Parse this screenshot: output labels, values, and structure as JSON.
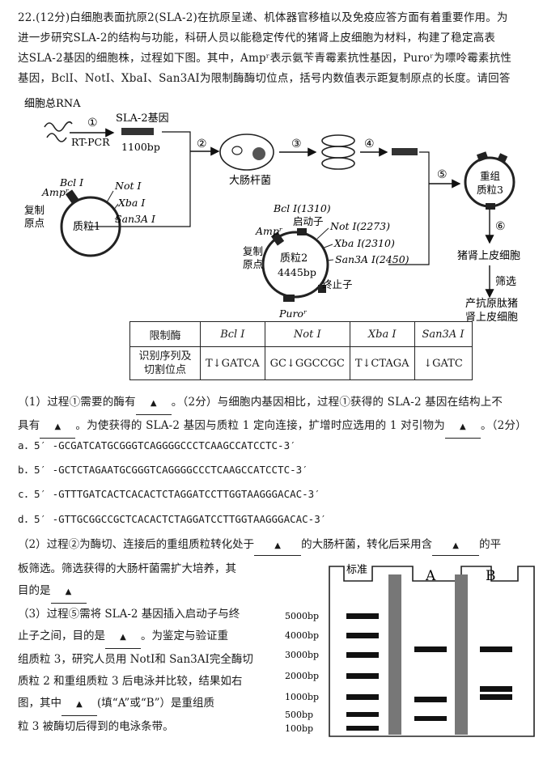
{
  "intro": {
    "line1": "22.(12分)白细胞表面抗原2(SLA-2)在抗原呈递、机体器官移植以及免疫应答方面有着重要作用。为",
    "line2": "进一步研究SLA-2的结构与功能，科研人员以能稳定传代的猪肾上皮细胞为材料，构建了稳定高表",
    "line3": "达SLA-2基因的细胞株，过程如下图。其中，Ampʳ表示氨苄青霉素抗性基因，Puroʳ为嘌呤霉素抗性",
    "line4": "基因，BclⅠ、NotⅠ、XbaⅠ、San3AⅠ为限制酶酶切位点，括号内数值表示距复制原点的长度。请回答"
  },
  "diagram": {
    "total_rna": "细胞总RNA",
    "step1": "①",
    "rt_pcr": "RT-PCR",
    "gene_label": "SLA-2基因",
    "gene_len": "1100bp",
    "step2": "②",
    "ecoli": "大肠杆菌",
    "step3": "③",
    "step4": "④",
    "step5": "⑤",
    "recomb_plasmid": "重组质粒3",
    "recomb_line1": "重组",
    "recomb_line2": "质粒3",
    "step6": "⑥",
    "pig_cells": "猪肾上皮细胞",
    "screen": "筛选",
    "final_line1": "产抗原肽猪",
    "final_line2": "肾上皮细胞",
    "p1": {
      "bcl": "Bcl Ⅰ",
      "amp": "Ampʳ",
      "ori1": "复制",
      "ori2": "原点",
      "name": "质粒1",
      "not": "Not Ⅰ",
      "xba": "Xba Ⅰ",
      "san": "San3A Ⅰ"
    },
    "p2": {
      "bcl": "Bcl Ⅰ(1310)",
      "promoter": "启动子",
      "not": "Not Ⅰ(2273)",
      "xba": "Xba Ⅰ(2310)",
      "san": "San3A Ⅰ(2450)",
      "amp": "Ampʳ",
      "ori1": "复制",
      "ori2": "原点",
      "name": "质粒2",
      "size": "4445bp",
      "terminator": "终止子",
      "puro": "Puroʳ"
    }
  },
  "enzyme_table": {
    "header": [
      "限制酶",
      "Bcl Ⅰ",
      "Not Ⅰ",
      "Xba Ⅰ",
      "San3A Ⅰ"
    ],
    "row_label_1": "识别序列及",
    "row_label_2": "切割位点",
    "sites": [
      "T↓GATCA",
      "GC↓GGCCGC",
      "T↓CTAGA",
      "↓GATC"
    ]
  },
  "q1": {
    "a": "（1）过程①需要的酶有",
    "b": "。（2分）与细胞内基因相比，过程①获得的 SLA-2 基因在结构上不",
    "c": "具有",
    "d": "。为使获得的 SLA-2 基因与质粒 1 定向连接，扩增时应选用的 1 对引物为",
    "e": "。（2分）",
    "blank": "▲"
  },
  "options": [
    "a．5′ -GCGATCATGCGGGTCAGGGGCCCTCAAGCCATCCTC-3′",
    "b．5′ -GCTCTAGAATGCGGGTCAGGGGCCCTCAAGCCATCCTC-3′",
    "c．5′ -GTTTGATCACTCACACTCTAGGATCCTTGGTAAGGGACAC-3′",
    "d．5′ -GTTGCGGCCGCTCACACTCTAGGATCCTTGGTAAGGGACAC-3′"
  ],
  "q2": {
    "a": "（2）过程②为酶切、连接后的重组质粒转化处于",
    "b": "的大肠杆菌，转化后采用含",
    "c": "的平",
    "d": "板筛选。筛选获得的大肠杆菌需扩大培养，其",
    "e": "目的是"
  },
  "q3": {
    "l1": "（3）过程⑤需将 SLA-2 基因插入启动子与终",
    "l2a": "止子之间，目的是",
    "l3": "组质粒 3，研究人员用 NotⅠ和 San3AⅠ完全酶切",
    "l4": "质粒 2 和重组质粒 3 后电泳并比较，结果如右",
    "l5a": "图，其中",
    "l5b": "(填“A”或“B”）是重组质",
    "l6": "粒 3 被酶切后得到的电泳条带。",
    "l2b": "。为鉴定与验证重"
  },
  "gel": {
    "standard": "标准",
    "lane_a": "A",
    "lane_b": "B",
    "markers": [
      "5000bp",
      "4000bp",
      "3000bp",
      "2000bp",
      "1000bp",
      "500bp",
      "100bp"
    ]
  }
}
